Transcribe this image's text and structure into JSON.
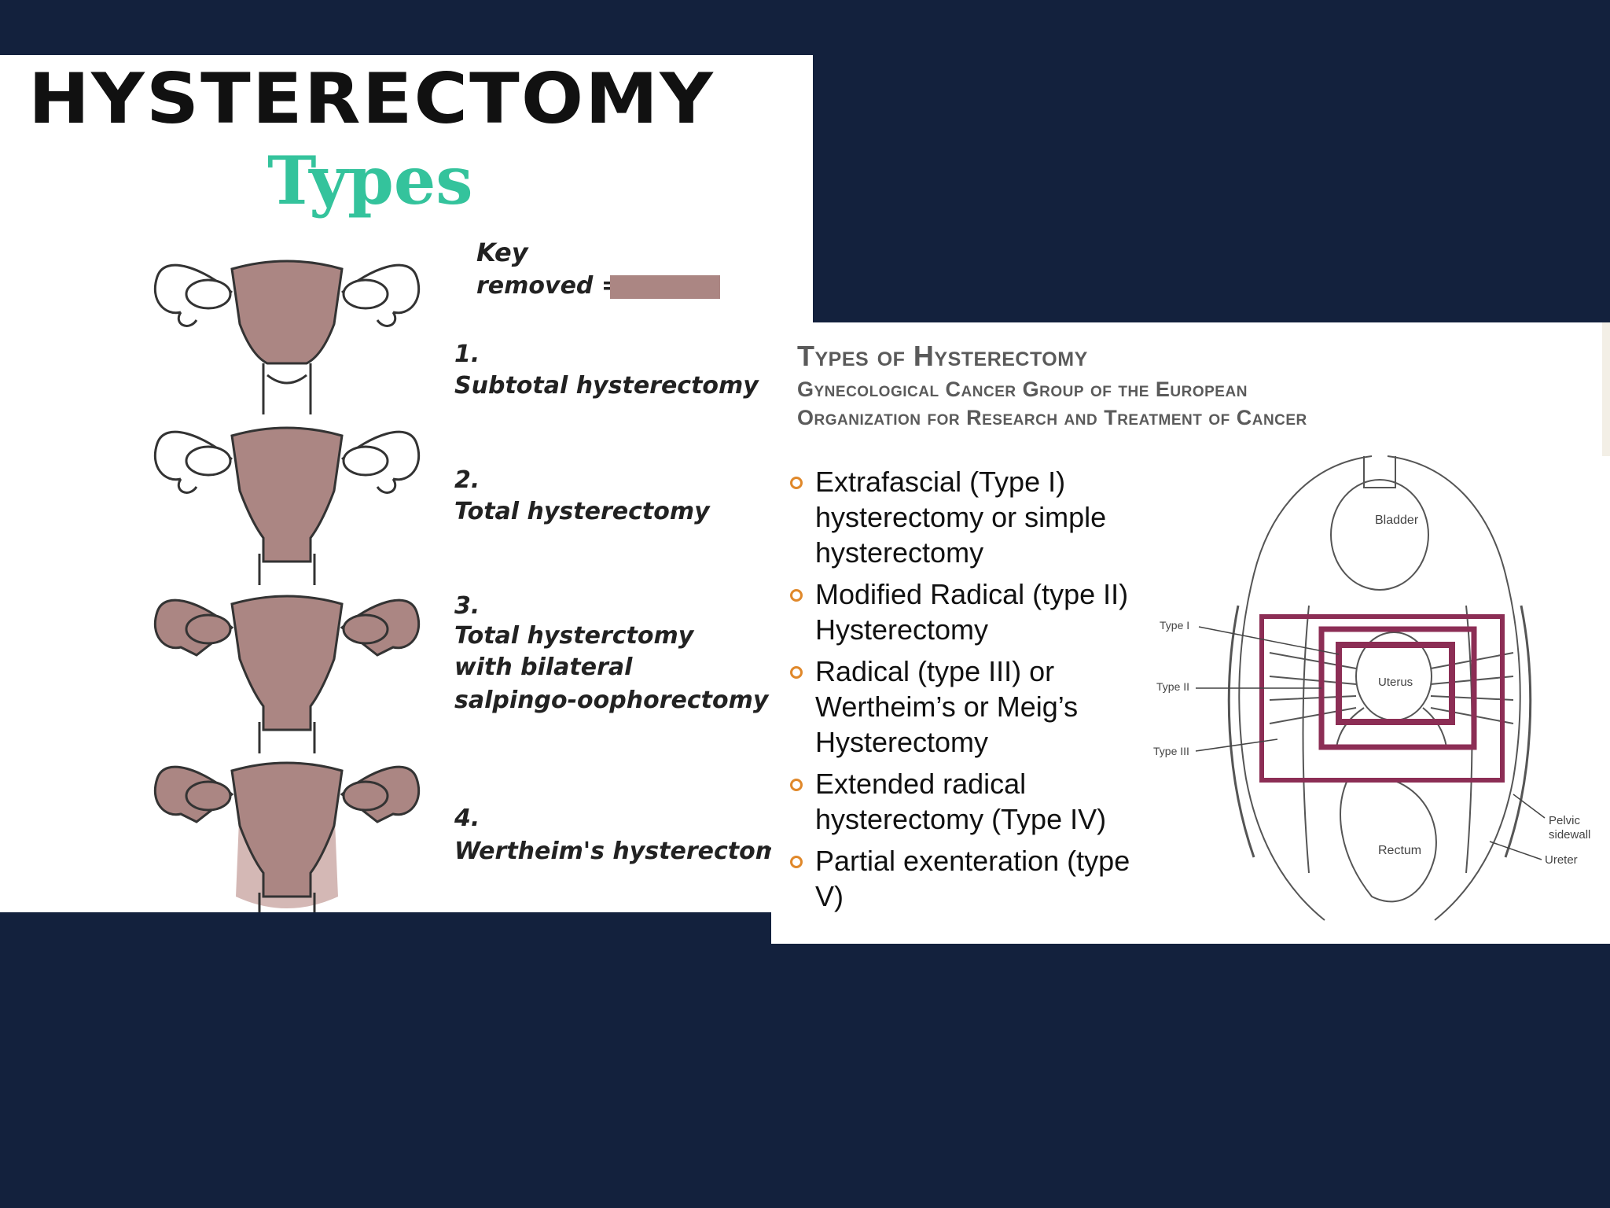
{
  "left": {
    "title": "HYSTERECTOMY",
    "subtitle": "Types",
    "key": {
      "title": "Key",
      "removed": "removed =",
      "removed_color": "#ab8683"
    },
    "procedures": [
      {
        "num": "1.",
        "label_lines": [
          "Subtotal hysterectomy"
        ]
      },
      {
        "num": "2.",
        "label_lines": [
          "Total hysterectomy"
        ]
      },
      {
        "num": "3.",
        "label_lines": [
          "Total hysterctomy",
          "with bilateral",
          "salpingo-oophorectomy"
        ]
      },
      {
        "num": "4.",
        "label_lines": [
          "Wertheim's hysterectomy"
        ]
      }
    ]
  },
  "right": {
    "title": "Types of Hysterectomy",
    "subtitle_lines": [
      "Gynecological Cancer Group of the European",
      "Organization for Research and Treatment of Cancer"
    ],
    "bullets": [
      "Extrafascial (Type I) hysterectomy or simple hysterectomy",
      "Modified Radical (type II) Hysterectomy",
      "Radical (type III) or Wertheim’s or Meig’s Hysterectomy",
      "Extended radical hysterectomy (Type IV)",
      "Partial exenteration (type V)"
    ],
    "bullet_color": "#e0882a",
    "diagram_labels": {
      "bladder": "Bladder",
      "uterus": "Uterus",
      "rectum": "Rectum",
      "type1": "Type I",
      "type2": "Type II",
      "type3": "Type III",
      "pelvic_sidewall": [
        "Pelvic",
        "sidewall"
      ],
      "ureter": "Ureter"
    },
    "box_color": "#8c2e55"
  },
  "colors": {
    "background": "#13213d",
    "types_heading": "#34c39c"
  }
}
